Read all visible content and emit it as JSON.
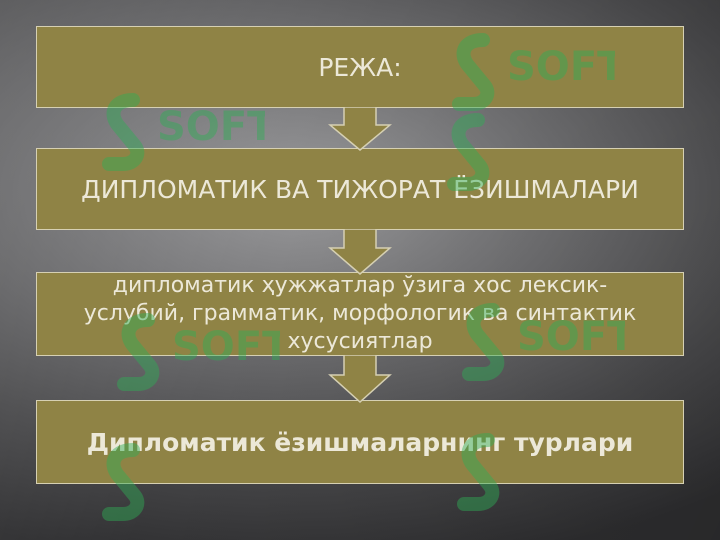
{
  "diagram": {
    "steps": [
      {
        "text": "РЕЖА:"
      },
      {
        "text": "ДИПЛОМАТИК ВА ТИЖОРАТ ЁЗИШМАЛАРИ"
      },
      {
        "text": "дипломатик ҳужжатлар ўзига хос лексик-услубий, грамматик, морфологик ва синтактик хусусиятлар"
      },
      {
        "text": "Дипломатик ёзишмаларнинг турлари"
      }
    ],
    "colors": {
      "box_fill": "#8f8345",
      "box_border": "#d6d0b3",
      "text": "#ece8d8",
      "watermark": "#2fae55"
    },
    "watermark_text": "SOFT"
  }
}
